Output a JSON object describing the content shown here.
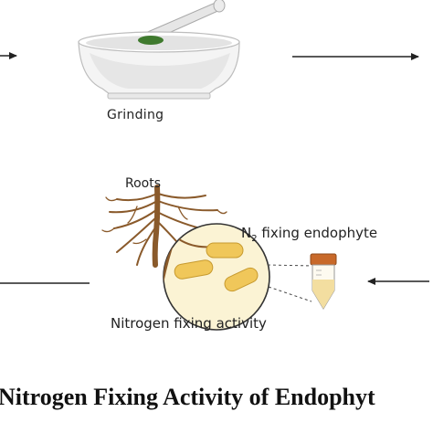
{
  "labels": {
    "grinding": "Grinding",
    "roots": "Roots",
    "n2_prefix": "N",
    "n2_sub": "2",
    "n2_suffix": " fixing endophyte",
    "nitrogen_fixing_activity": "Nitrogen fixing activity"
  },
  "caption": "Nitrogen Fixing Activity of Endophyt",
  "colors": {
    "mortar": "#f2f2f2",
    "mortar_shade": "#cfcfcf",
    "paste": "#3f7a2e",
    "root": "#8a5a2b",
    "bacteria": "#f0c75a",
    "circle_fill": "#fbf3d4",
    "tube_cap": "#c8692a",
    "tube_liquid": "#f3dea0",
    "arrow": "#222222"
  },
  "icons": [
    "mortar-pestle-icon",
    "roots-icon",
    "bacteria-icon",
    "test-tube-icon"
  ]
}
